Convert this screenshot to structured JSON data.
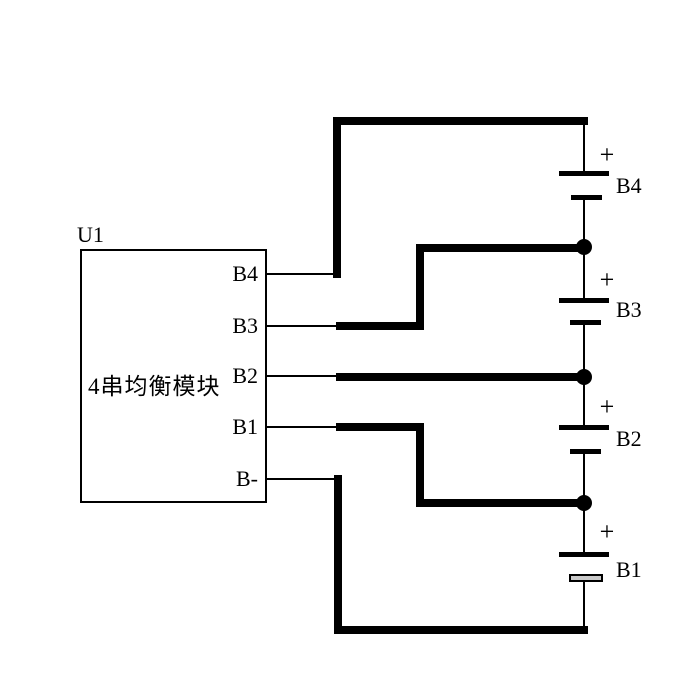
{
  "module": {
    "ref": "U1",
    "name": "4串均衡模块",
    "pins": [
      {
        "label": "B4"
      },
      {
        "label": "B3"
      },
      {
        "label": "B2"
      },
      {
        "label": "B1"
      },
      {
        "label": "B-"
      }
    ]
  },
  "batteries": [
    {
      "label": "B4",
      "polarity": "+"
    },
    {
      "label": "B3",
      "polarity": "+"
    },
    {
      "label": "B2",
      "polarity": "+"
    },
    {
      "label": "B1",
      "polarity": "+"
    }
  ],
  "colors": {
    "wire": "#000000",
    "background": "#ffffff",
    "text": "#000000"
  }
}
